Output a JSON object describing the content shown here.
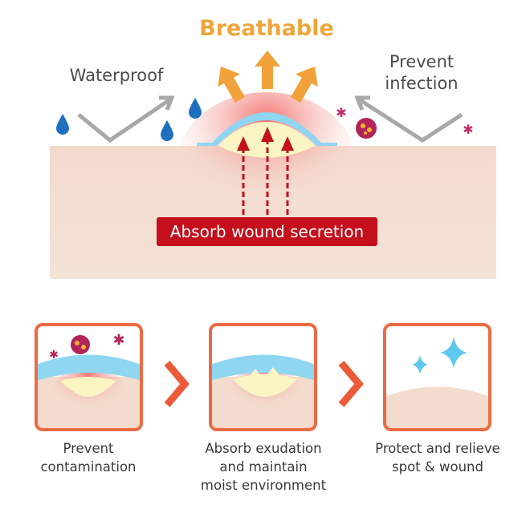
{
  "title": "Breathable",
  "waterproof": "Waterproof",
  "prevent_infection": [
    "Prevent",
    "infection"
  ],
  "absorb_label": "Absorb wound secretion",
  "steps": [
    {
      "lines": [
        "Prevent",
        "contamination"
      ]
    },
    {
      "lines": [
        "Absorb exudation",
        "and maintain",
        "moist environment"
      ]
    },
    {
      "lines": [
        "Protect and relieve",
        "spot & wound"
      ]
    }
  ],
  "colors": {
    "orange": "#f0a53a",
    "red": "#c4101c",
    "skin": "#f3ddd0",
    "film": "#8fd6f0",
    "frame": "#ec6a44",
    "germ": "#b2245a"
  }
}
